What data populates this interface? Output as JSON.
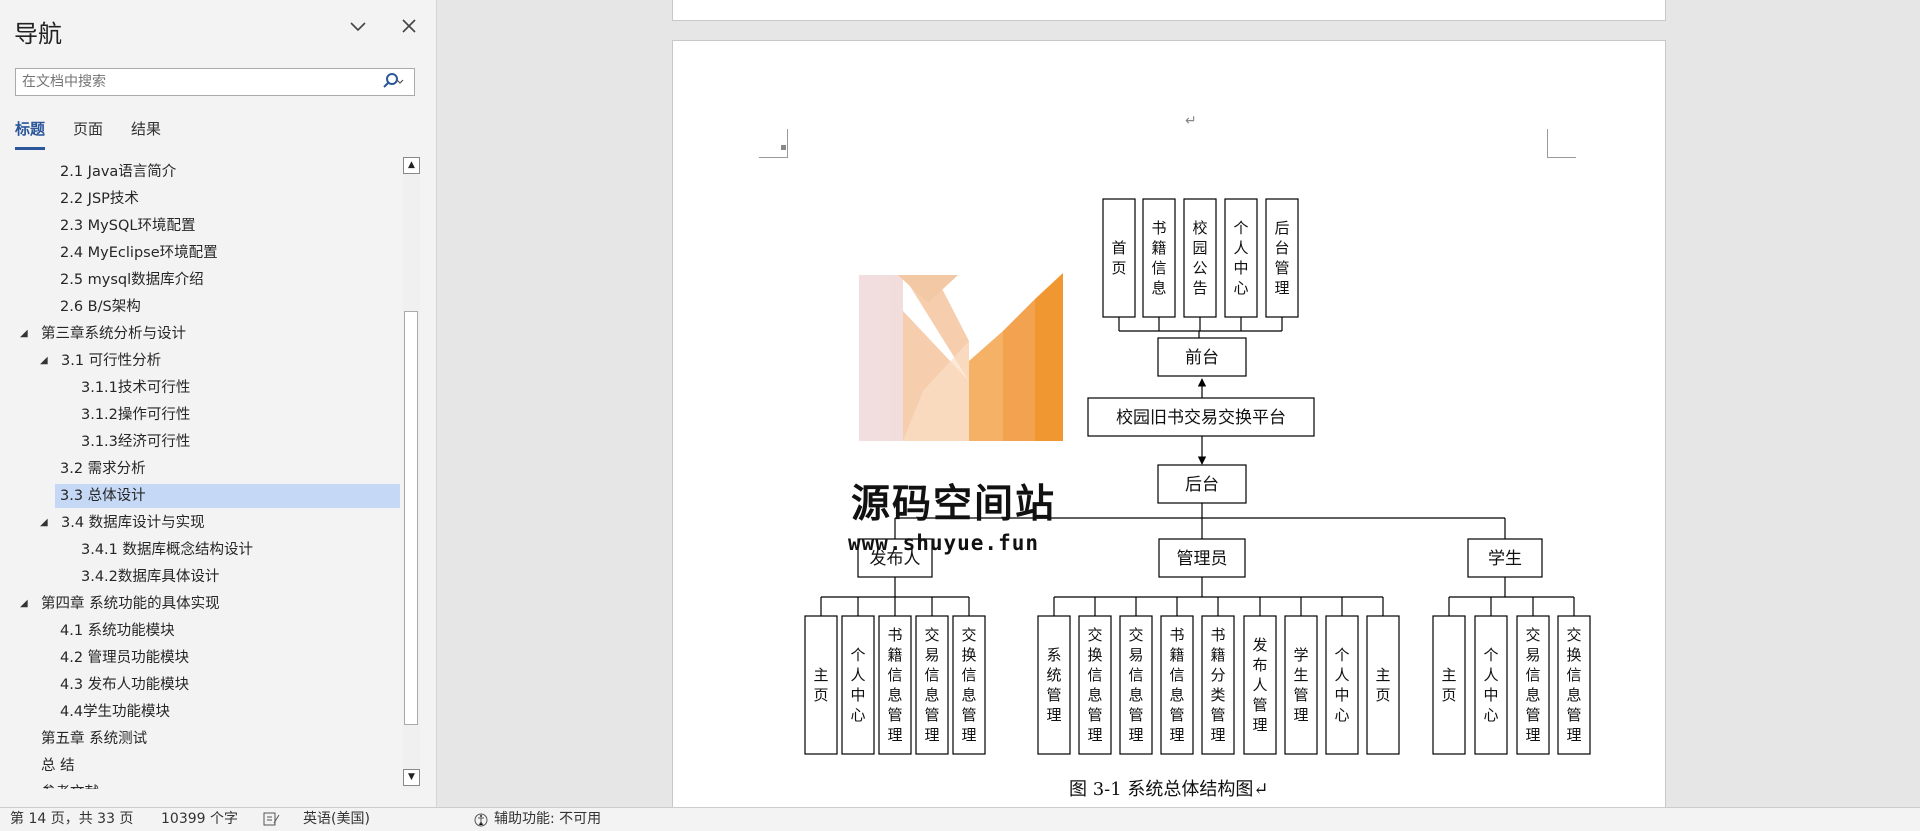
{
  "nav": {
    "title": "导航",
    "search_placeholder": "在文档中搜索",
    "tabs": [
      "标题",
      "页面",
      "结果"
    ],
    "items": [
      {
        "label": "2.1  Java语言简介"
      },
      {
        "label": "2.2  JSP技术"
      },
      {
        "label": "2.3  MySQL环境配置"
      },
      {
        "label": "2.4  MyEclipse环境配置"
      },
      {
        "label": "2.5  mysql数据库介绍"
      },
      {
        "label": "2.6  B/S架构"
      },
      {
        "label": "第三章系统分析与设计"
      },
      {
        "label": "3.1 可行性分析"
      },
      {
        "label": "3.1.1技术可行性"
      },
      {
        "label": "3.1.2操作可行性"
      },
      {
        "label": "3.1.3经济可行性"
      },
      {
        "label": "3.2  需求分析"
      },
      {
        "label": "3.3  总体设计"
      },
      {
        "label": "3.4  数据库设计与实现"
      },
      {
        "label": "3.4.1  数据库概念结构设计"
      },
      {
        "label": "3.4.2数据库具体设计"
      },
      {
        "label": "第四章  系统功能的具体实现"
      },
      {
        "label": "4.1  系统功能模块"
      },
      {
        "label": "4.2  管理员功能模块"
      },
      {
        "label": "4.3  发布人功能模块"
      },
      {
        "label": "4.4学生功能模块"
      },
      {
        "label": "第五章 系统测试"
      },
      {
        "label": "总 结"
      },
      {
        "label": "参考文献"
      }
    ]
  },
  "status": {
    "page": "第 14 页，共 33 页",
    "words": "10399 个字",
    "language": "英语(美国)",
    "accessibility": "辅助功能: 不可用"
  },
  "document": {
    "paragraph_mark": "↵",
    "diagram": {
      "front_modules": [
        "首页",
        "书籍信息",
        "校园公告",
        "个人中心",
        "后台管理"
      ],
      "front": "前台",
      "platform": "校园旧书交易交换平台",
      "back": "后台",
      "roles": [
        {
          "name": "发布人",
          "modules": [
            "主页",
            "个人中心",
            "书籍信息管理",
            "交易信息管理",
            "交换信息管理"
          ]
        },
        {
          "name": "管理员",
          "modules": [
            "系统管理",
            "交换信息管理",
            "交易信息管理",
            "书籍信息管理",
            "书籍分类管理",
            "发布人管理",
            "学生管理",
            "个人中心",
            "主页"
          ]
        },
        {
          "name": "学生",
          "modules": [
            "主页",
            "个人中心",
            "交易信息管理",
            "交换信息管理"
          ]
        }
      ]
    },
    "caption": "图 3-1 系统总体结构图↵",
    "watermark": {
      "name": "源码空间站",
      "url": "www.shuyue.fun"
    }
  },
  "colors": {
    "accent": "#2b579a",
    "selection": "#c5d8f5"
  }
}
